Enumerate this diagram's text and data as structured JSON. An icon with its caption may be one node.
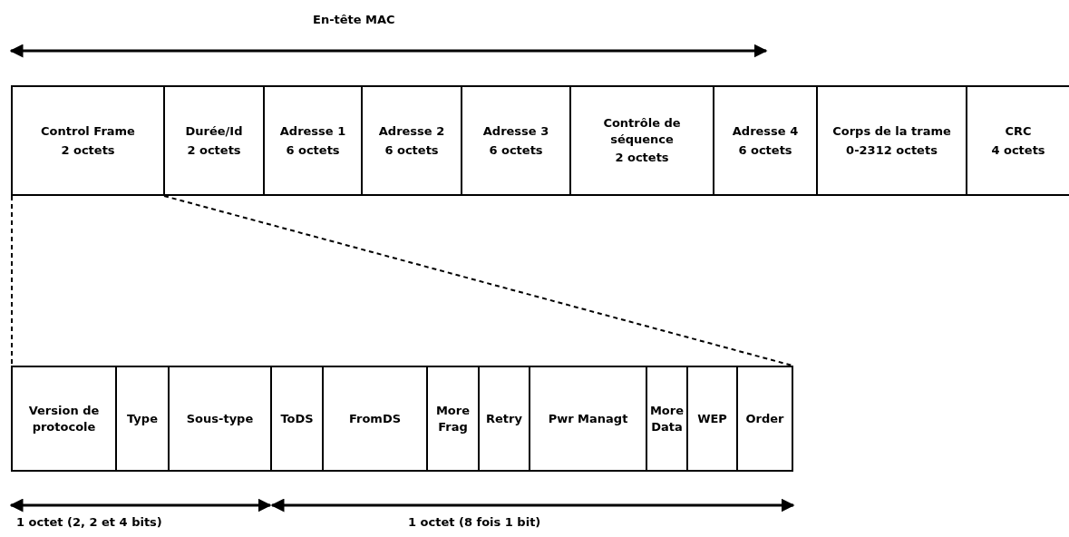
{
  "diagram": {
    "nodes": [
      {
        "text": [
          "Control Frame",
          "2 octets"
        ]
      },
      {
        "text": [
          "Durée/Id",
          "2 octets"
        ]
      },
      {
        "text": [
          "Adresse 1",
          "6 octets"
        ]
      },
      {
        "text": [
          "Adresse 2",
          "6 octets"
        ]
      },
      {
        "text": [
          "Adresse 3",
          "6 octets"
        ]
      },
      {
        "text": [
          "Contrôle de séquence",
          "2 octets"
        ]
      },
      {
        "text": [
          "Adresse 4",
          "6 octets"
        ]
      },
      {
        "text": [
          "Corps de la trame",
          "0-2312 octets"
        ]
      },
      {
        "text": [
          "CRC",
          "4 octets"
        ]
      },
      {
        "text": [
          "Version de protocole"
        ]
      },
      {
        "text": [
          "Type"
        ]
      },
      {
        "text": [
          "Sous-type"
        ]
      },
      {
        "text": [
          "ToDS"
        ]
      },
      {
        "text": [
          "FromDS"
        ]
      },
      {
        "text": [
          "More Frag"
        ]
      },
      {
        "text": [
          "Retry"
        ]
      },
      {
        "text": [
          "Pwr Managt"
        ]
      },
      {
        "text": [
          "More Data"
        ]
      },
      {
        "text": [
          "WEP"
        ]
      },
      {
        "text": [
          "Order"
        ]
      }
    ],
    "edges": [
      {
        "from": 0,
        "to": 9,
        "arrow": "none",
        "style": "dashed"
      },
      {
        "from": 0,
        "to": 19,
        "arrow": "none",
        "style": "dashed"
      }
    ],
    "labels": [
      "En-tête MAC",
      "1 octet (2, 2 et 4 bits)",
      "1 octet (8 fois 1 bit)"
    ]
  }
}
